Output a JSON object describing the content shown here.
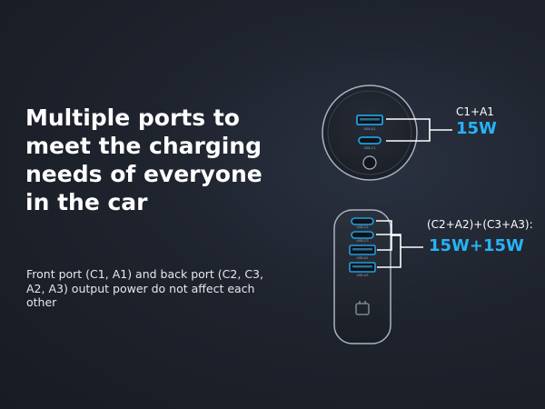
{
  "headline": {
    "lines": [
      "Multiple ports to",
      "meet the charging",
      "needs of everyone",
      "in the car"
    ]
  },
  "description": "Front port (C1, A1) and back port (C2, C3, A2, A3) output power do not affect each other",
  "front_unit": {
    "combo_label": "C1+A1",
    "power": "15W",
    "ports": [
      "USB-A1",
      "USB-C1"
    ]
  },
  "back_unit": {
    "combo_label": "(C2+A2)+(C3+A3):",
    "power": "15W+15W",
    "ports": [
      "USB-C2",
      "USB-C3",
      "USB-A2",
      "USB-A3"
    ]
  },
  "colors": {
    "accent": "#27b3f5",
    "text": "#ffffff",
    "background": "#1e232d"
  }
}
